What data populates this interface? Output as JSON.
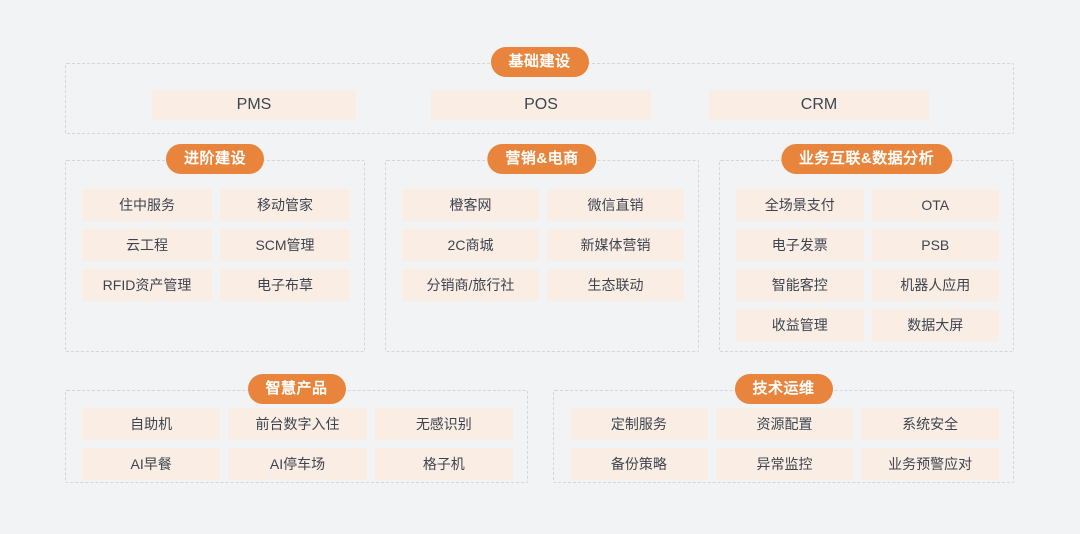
{
  "theme": {
    "page_background": "#f2f3f5",
    "pill_color": "#e8843c",
    "pill_text_color": "#ffffff",
    "tile_background": "#faeee4",
    "tile_text_color": "#3d4450",
    "border_color": "#d3d6db"
  },
  "sections": {
    "foundation": {
      "title": "基础建设",
      "items": [
        "PMS",
        "POS",
        "CRM"
      ]
    },
    "advanced": {
      "title": "进阶建设",
      "items": [
        "住中服务",
        "移动管家",
        "云工程",
        "SCM管理",
        "RFID资产管理",
        "电子布草"
      ]
    },
    "marketing": {
      "title": "营销&电商",
      "items": [
        "橙客网",
        "微信直销",
        "2C商城",
        "新媒体营销",
        "分销商/旅行社",
        "生态联动"
      ]
    },
    "business": {
      "title": "业务互联&数据分析",
      "items": [
        "全场景支付",
        "OTA",
        "电子发票",
        "PSB",
        "智能客控",
        "机器人应用",
        "收益管理",
        "数据大屏"
      ]
    },
    "smart": {
      "title": "智慧产品",
      "items": [
        "自助机",
        "前台数字入住",
        "无感识别",
        "AI早餐",
        "AI停车场",
        "格子机"
      ]
    },
    "techops": {
      "title": "技术运维",
      "items": [
        "定制服务",
        "资源配置",
        "系统安全",
        "备份策略",
        "异常监控",
        "业务预警应对"
      ]
    }
  }
}
